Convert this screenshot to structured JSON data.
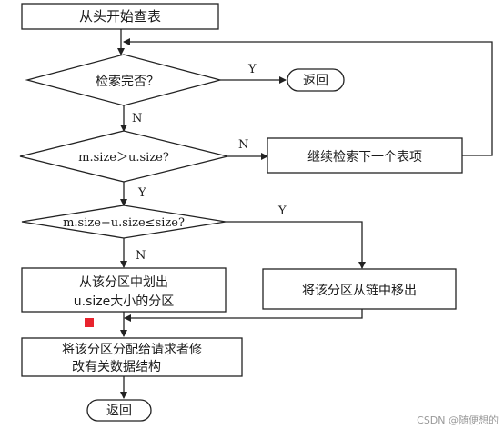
{
  "nodes": {
    "start": "从头开始查表",
    "check_done": "检索完否？",
    "return_top": "返回",
    "compare_size": "m.size＞u.size?",
    "continue_search": "继续检索下一个表项",
    "compare_diff": "m.size−u.size≤size?",
    "split_line1": "从该分区中划出",
    "split_line2": "u.size大小的分区",
    "remove_from_chain": "将该分区从链中移出",
    "allocate_line1": "将该分区分配给请求者修",
    "allocate_line2": "改有关数据结构",
    "return_bottom": "返回"
  },
  "edge_labels": {
    "done_yes": "Y",
    "done_no": "N",
    "size_no": "N",
    "size_yes": "Y",
    "diff_yes": "Y",
    "diff_no": "N"
  },
  "marker_color": "#e8232d",
  "watermark": "CSDN @随便想的"
}
